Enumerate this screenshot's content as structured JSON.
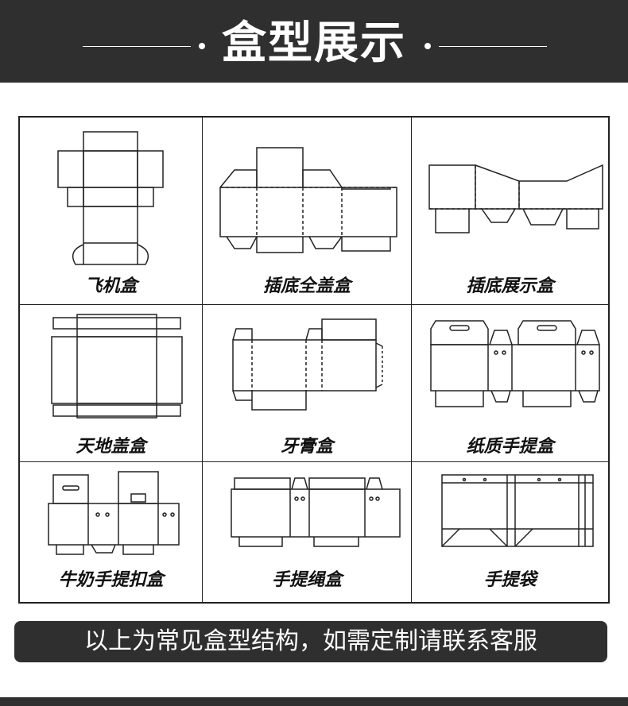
{
  "header": {
    "title": "盒型展示"
  },
  "grid": {
    "cells": [
      {
        "label": "飞机盒"
      },
      {
        "label": "插底全盖盒"
      },
      {
        "label": "插底展示盒"
      },
      {
        "label": "天地盖盒"
      },
      {
        "label": "牙膏盒"
      },
      {
        "label": "纸质手提盒"
      },
      {
        "label": "牛奶手提扣盒"
      },
      {
        "label": "手提绳盒"
      },
      {
        "label": "手提袋"
      }
    ]
  },
  "banner": {
    "text": "以上为常见盒型结构，如需定制请联系客服"
  },
  "colors": {
    "dark": "#2f2f2f",
    "line": "#222222",
    "background": "#ffffff"
  }
}
